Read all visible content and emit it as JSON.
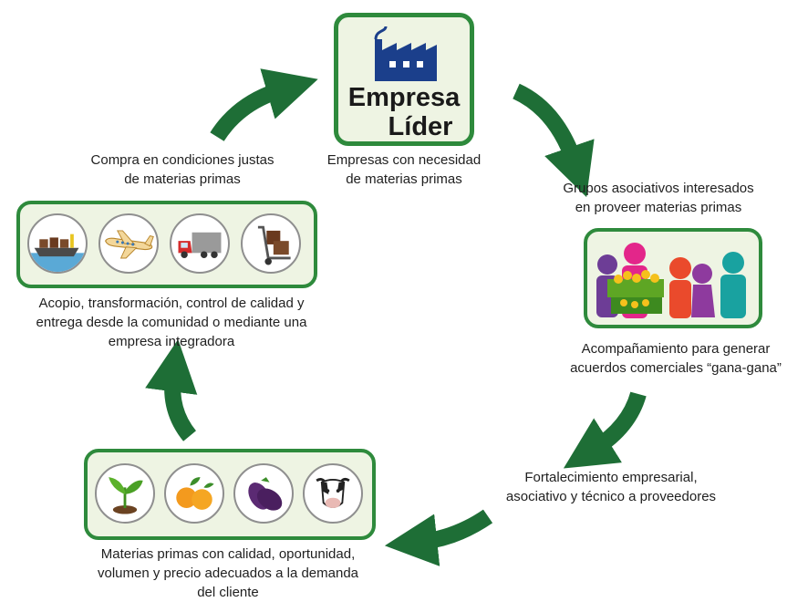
{
  "center": {
    "line1": "Empresa",
    "line2": "Líder",
    "caption_line1": "Empresas con necesidad",
    "caption_line2": "de materias primas"
  },
  "steps": {
    "grupos_line1": "Grupos asociativos interesados",
    "grupos_line2": "en proveer materias primas",
    "acompanamiento_line1": "Acompañamiento para generar",
    "acompanamiento_line2": "acuerdos comerciales “gana-gana”",
    "fortalecimiento_line1": "Fortalecimiento empresarial,",
    "fortalecimiento_line2": "asociativo y técnico a proveedores",
    "materias_line1": "Materias primas con calidad, oportunidad,",
    "materias_line2": "volumen y precio adecuados a la demanda",
    "materias_line3": "del cliente",
    "acopio_line1": "Acopio, transformación, control de calidad y",
    "acopio_line2": "entrega desde la comunidad o mediante una",
    "acopio_line3": "empresa integradora",
    "compra_line1": "Compra en condiciones justas",
    "compra_line2": "de materias primas"
  },
  "icons": {
    "lead": "factory-icon",
    "group": "people-with-fruit-cart-icon",
    "logistics": [
      "cargo-ship-icon",
      "airplane-icon",
      "truck-icon",
      "hand-truck-icon"
    ],
    "raw_materials": [
      "plant-sprout-icon",
      "oranges-icon",
      "eggplant-icon",
      "cow-icon"
    ]
  },
  "colors": {
    "arrow_green": "#1e6e36",
    "box_border": "#2e8a3c",
    "box_fill": "#eef4e3",
    "factory_blue": "#1b3f8b"
  }
}
